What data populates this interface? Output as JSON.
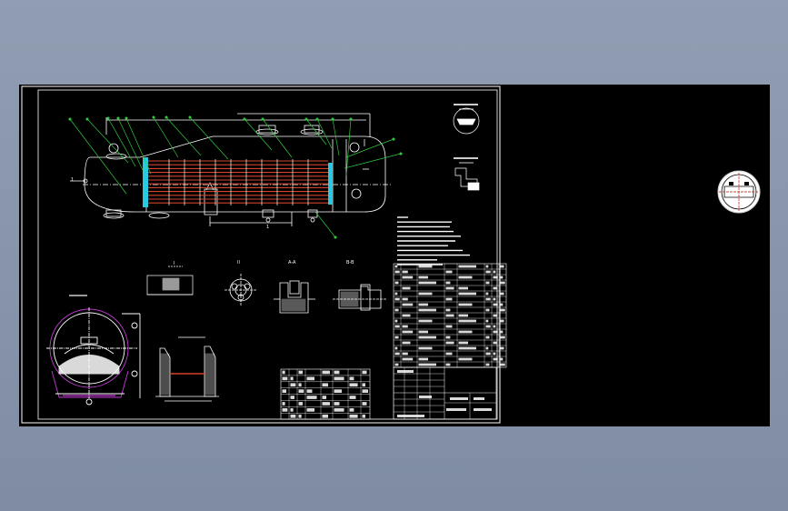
{
  "colors": {
    "background_gradient_top": "#919db2",
    "background_gradient_bottom": "#7f8ca3",
    "canvas": "#000000",
    "line": "#ffffff",
    "tube": "#d2432b",
    "tubesheet": "#29c9e0",
    "leader": "#2ecc40",
    "saddle": "#c23bd4",
    "hatch": "#ffffff"
  },
  "drawing": {
    "detail_labels": [
      "I",
      "II",
      "A-A",
      "B-B"
    ],
    "left_end_label": "1",
    "bottom_center_label": "1",
    "icons": [
      "shell-and-tube-heat-exchanger",
      "tube-bundle",
      "saddle-support",
      "nozzle-flange",
      "section-view",
      "title-block",
      "parts-list",
      "notes-block",
      "magnifier-thumbnail"
    ]
  }
}
